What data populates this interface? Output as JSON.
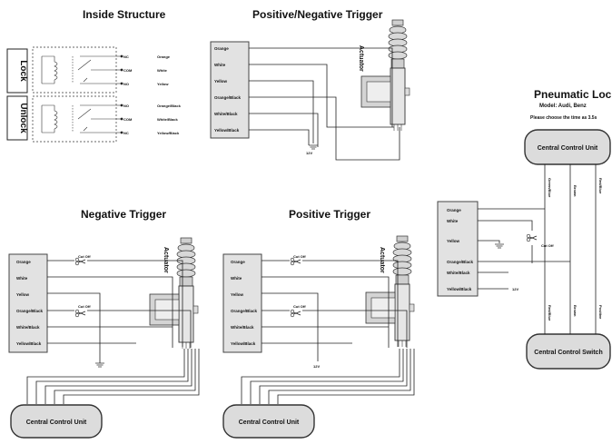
{
  "titles": {
    "inside": "Inside Structure",
    "posneg": "Positive/Negative Trigger",
    "negative": "Negative Trigger",
    "positive": "Positive Trigger",
    "pneumatic": "Pneumatic Lock",
    "model": "Model: Audi, Benz",
    "note": "Please choose the time as 3.5s"
  },
  "inside": {
    "lock": "Lock",
    "unlock": "Unlock",
    "pins": [
      "NC",
      "COM",
      "NO",
      "NO",
      "COM",
      "NC"
    ],
    "wires": [
      "Orange",
      "White",
      "Yellow",
      "Orange/Black",
      "White/Black",
      "Yellow/Black"
    ]
  },
  "relay_wires": [
    "Orange",
    "White",
    "Yellow",
    "Orange/Black",
    "White/Black",
    "Yellow/Black"
  ],
  "labels": {
    "actuator": "Actuator",
    "cut_off": "Cut Off",
    "v12": "12V",
    "ccu": "Central Control Unit",
    "ccs": "Central Control Switch"
  },
  "pneumatic": {
    "wires_top": [
      "Green/Blue",
      "Brown",
      "Red/Blue"
    ],
    "wires_bottom": [
      "Red/Blue",
      "Brown",
      "Positive"
    ]
  }
}
